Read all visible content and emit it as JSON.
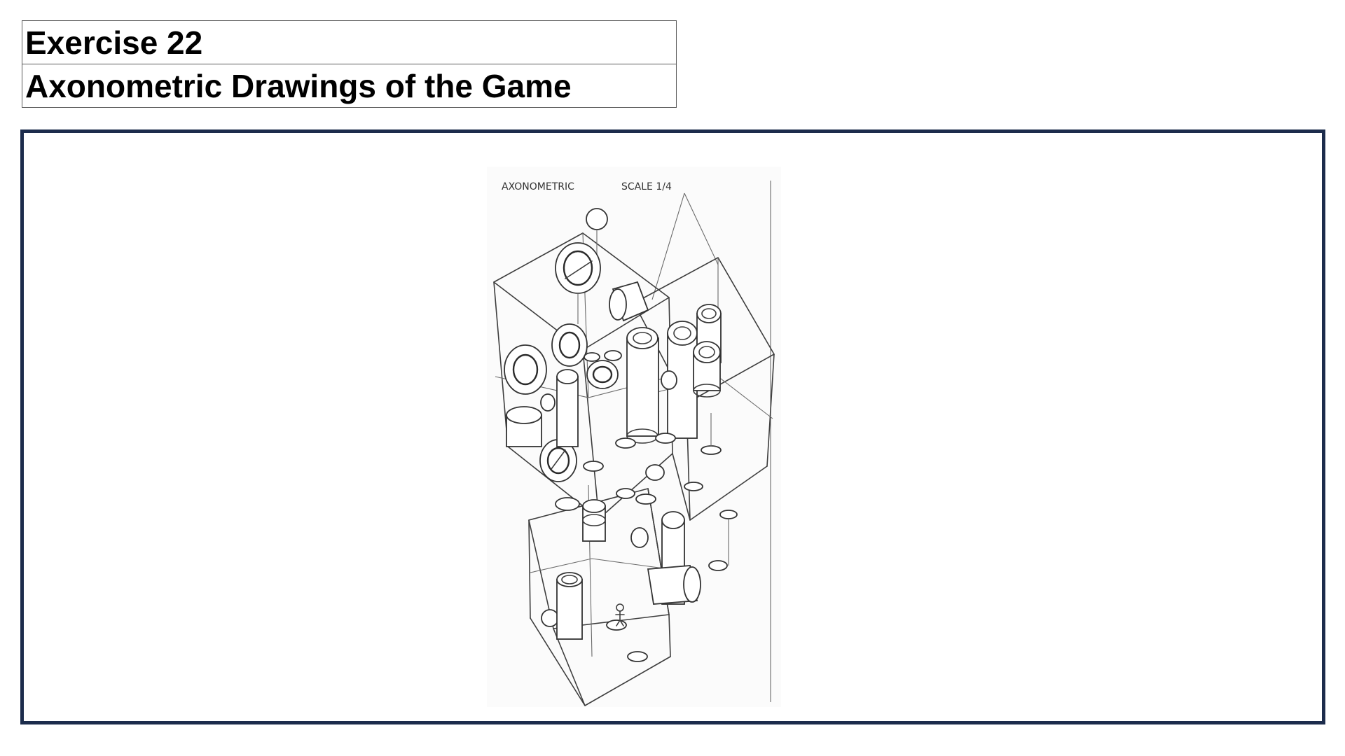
{
  "header": {
    "exercise_label": "Exercise 22",
    "title": "Axonometric Drawings of the Game"
  },
  "drawing": {
    "label_left": "AXONOMETRIC",
    "label_right": "SCALE 1/4"
  },
  "colors": {
    "frame_border": "#1c2c4c",
    "table_border": "#5a5a5a",
    "sketch_line": "#3d3d3d"
  }
}
